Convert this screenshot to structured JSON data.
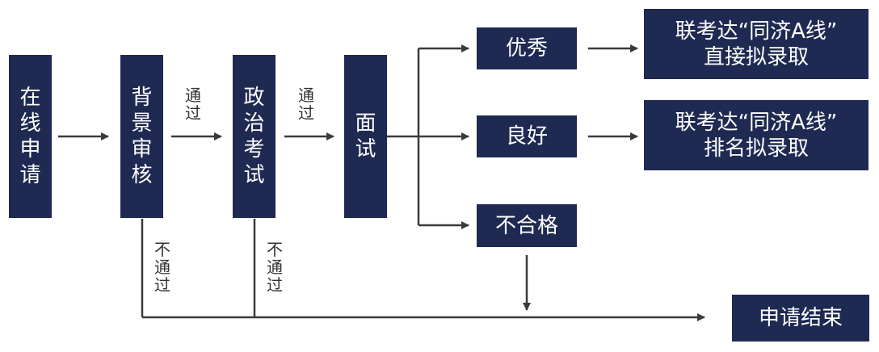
{
  "nodes": {
    "apply": "在线申请",
    "background": "背景审核",
    "political": "政治考试",
    "interview": "面试",
    "excellent": "优秀",
    "good": "良好",
    "fail": "不合格",
    "end": "申请结束",
    "result_excellent_line1": "联考达“同济A线”",
    "result_excellent_line2": "直接拟录取",
    "result_good_line1": "联考达“同济A线”",
    "result_good_line2": "排名拟录取"
  },
  "edges": {
    "pass1": "通过",
    "pass2": "通过",
    "nopass1": "不通过",
    "nopass2": "不通过"
  },
  "colors": {
    "box": "#1f2a52",
    "line": "#333333"
  }
}
